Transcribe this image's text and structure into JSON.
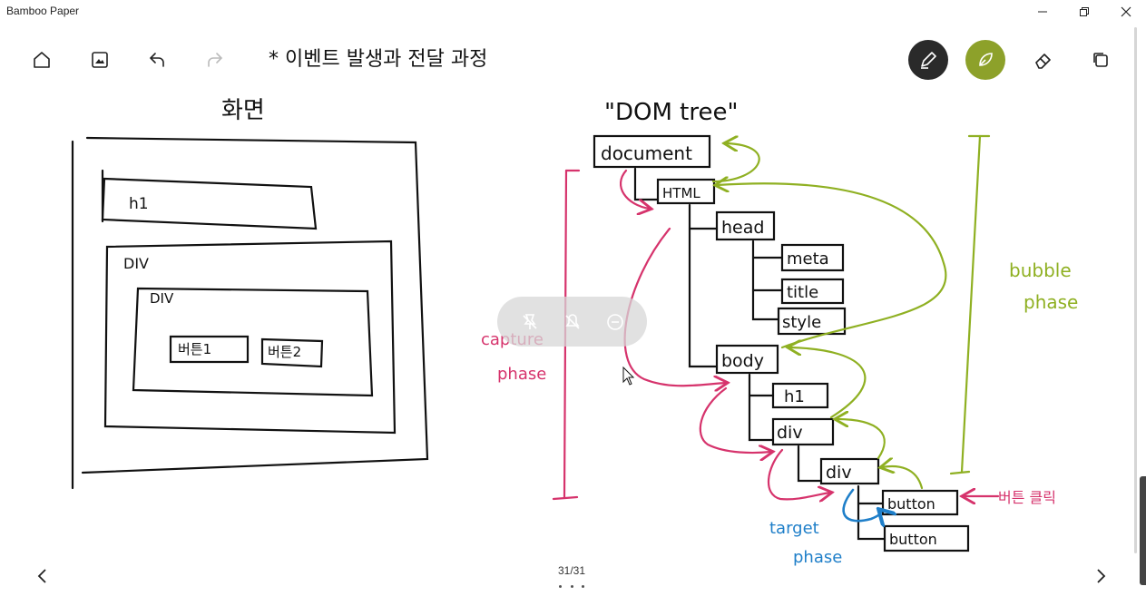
{
  "window": {
    "app_title": "Bamboo Paper",
    "minimize_icon": "minimize-icon",
    "restore_icon": "restore-icon",
    "close_icon": "close-icon"
  },
  "toolbar": {
    "left_icons": [
      "home-icon",
      "image-icon",
      "undo-icon",
      "redo-icon"
    ],
    "right_tools": [
      "pen-tool-icon",
      "brush-tool-icon",
      "eraser-icon",
      "copy-icon"
    ],
    "active_tool_color": "#8da12a",
    "pen_tool_color": "#2a2a2a"
  },
  "note": {
    "heading": "* 이벤트 발생과 전달 과정",
    "screen_label": "화면",
    "screen_h1": "h1",
    "screen_div_outer": "DIV",
    "screen_div_inner": "DIV",
    "screen_button1": "버튼1",
    "screen_button2": "버튼2",
    "dom_title": "\"DOM tree\"",
    "nodes": {
      "document": "document",
      "html": "HTML",
      "head": "head",
      "meta": "meta",
      "title": "title",
      "style": "style",
      "body": "body",
      "h1": "h1",
      "div1": "div",
      "div2": "div",
      "button1": "button",
      "button2": "button"
    },
    "capture_label_1": "capture",
    "capture_label_2": "phase",
    "bubble_label_1": "bubble",
    "bubble_label_2": "phase",
    "target_label_1": "target",
    "target_label_2": "phase",
    "click_label": "버튼 클릭",
    "colors": {
      "ink": "#111111",
      "capture": "#d6336c",
      "bubble": "#8fb022",
      "target": "#1f7fc9"
    }
  },
  "floating_toolbar": {
    "icons": [
      "pin-off-icon",
      "mute-icon",
      "minus-circle-icon"
    ]
  },
  "pager": {
    "counter": "31/31",
    "prev_icon": "chevron-left-icon",
    "next_icon": "chevron-right-icon",
    "more_icon": "more-dots-icon"
  }
}
